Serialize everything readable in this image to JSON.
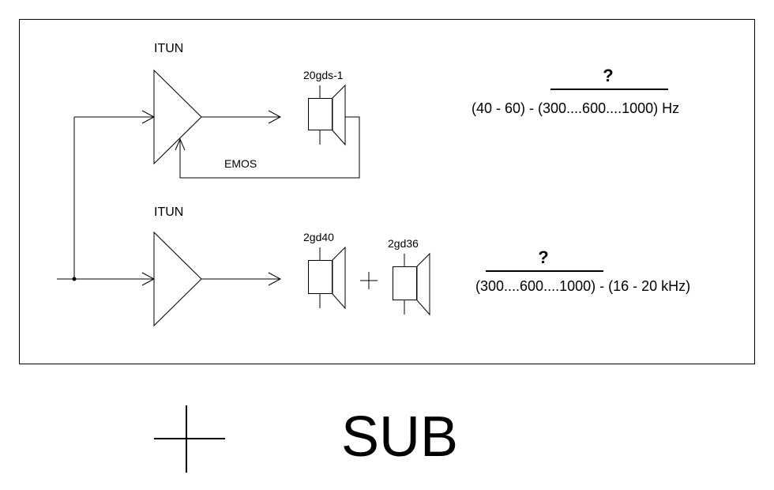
{
  "top_channel": {
    "amplifier_label": "ITUN",
    "speaker_label": "20gds-1",
    "feedback_label": "EMOS",
    "crossover_mark": "?",
    "frequency_range": "(40 - 60) - (300....600....1000) Hz"
  },
  "bottom_channel": {
    "amplifier_label": "ITUN",
    "speaker1_label": "2gd40",
    "speaker2_label": "2gd36",
    "crossover_mark": "?",
    "frequency_range": "(300....600....1000) -  (16 - 20 kHz)"
  },
  "footer": {
    "sub_label": "SUB"
  }
}
